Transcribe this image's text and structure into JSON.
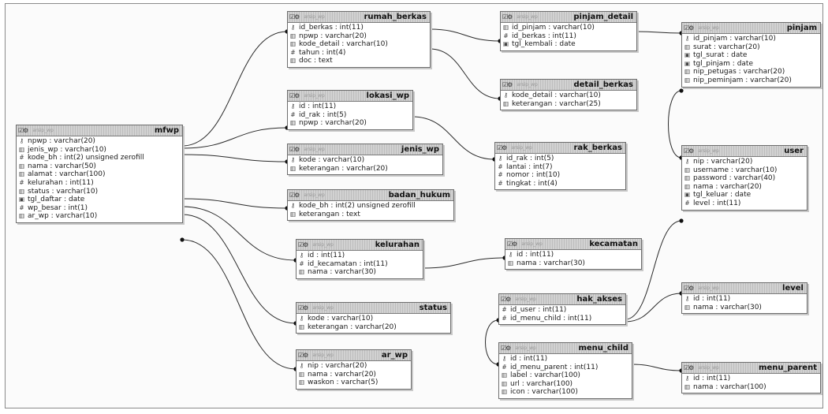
{
  "tables": {
    "mfwp": {
      "name": "mfwp",
      "schema": "arsip_wp",
      "columns": [
        {
          "icon": "key",
          "text": "npwp : varchar(20)"
        },
        {
          "icon": "text",
          "text": "jenis_wp : varchar(10)"
        },
        {
          "icon": "num",
          "text": "kode_bh : int(2) unsigned zerofill"
        },
        {
          "icon": "text",
          "text": "nama : varchar(50)"
        },
        {
          "icon": "text",
          "text": "alamat : varchar(100)"
        },
        {
          "icon": "num",
          "text": "kelurahan : int(11)"
        },
        {
          "icon": "text",
          "text": "status : varchar(10)"
        },
        {
          "icon": "date",
          "text": "tgl_daftar : date"
        },
        {
          "icon": "num",
          "text": "wp_besar : int(1)"
        },
        {
          "icon": "text",
          "text": "ar_wp : varchar(10)"
        }
      ]
    },
    "rumah_berkas": {
      "name": "rumah_berkas",
      "schema": "arsip_wp",
      "columns": [
        {
          "icon": "key",
          "text": "id_berkas : int(11)"
        },
        {
          "icon": "text",
          "text": "npwp : varchar(20)"
        },
        {
          "icon": "text",
          "text": "kode_detail : varchar(10)"
        },
        {
          "icon": "num",
          "text": "tahun : int(4)"
        },
        {
          "icon": "text",
          "text": "doc : text"
        }
      ]
    },
    "lokasi_wp": {
      "name": "lokasi_wp",
      "schema": "arsip_wp",
      "columns": [
        {
          "icon": "key",
          "text": "id : int(11)"
        },
        {
          "icon": "num",
          "text": "id_rak : int(5)"
        },
        {
          "icon": "text",
          "text": "npwp : varchar(20)"
        }
      ]
    },
    "jenis_wp": {
      "name": "jenis_wp",
      "schema": "arsip_wp",
      "columns": [
        {
          "icon": "key",
          "text": "kode : varchar(10)"
        },
        {
          "icon": "text",
          "text": "keterangan : varchar(20)"
        }
      ]
    },
    "badan_hukum": {
      "name": "badan_hukum",
      "schema": "arsip_wp",
      "columns": [
        {
          "icon": "key",
          "text": "kode_bh : int(2) unsigned zerofill"
        },
        {
          "icon": "text",
          "text": "keterangan : text"
        }
      ]
    },
    "kelurahan": {
      "name": "kelurahan",
      "schema": "arsip_wp",
      "columns": [
        {
          "icon": "key",
          "text": "id : int(11)"
        },
        {
          "icon": "num",
          "text": "id_kecamatan : int(11)"
        },
        {
          "icon": "text",
          "text": "nama : varchar(30)"
        }
      ]
    },
    "status": {
      "name": "status",
      "schema": "arsip_wp",
      "columns": [
        {
          "icon": "key",
          "text": "kode : varchar(10)"
        },
        {
          "icon": "text",
          "text": "keterangan : varchar(20)"
        }
      ]
    },
    "ar_wp": {
      "name": "ar_wp",
      "schema": "arsip_wp",
      "columns": [
        {
          "icon": "key",
          "text": "nip : varchar(20)"
        },
        {
          "icon": "text",
          "text": "nama : varchar(20)"
        },
        {
          "icon": "text",
          "text": "waskon : varchar(5)"
        }
      ]
    },
    "pinjam_detail": {
      "name": "pinjam_detail",
      "schema": "arsip_wp",
      "columns": [
        {
          "icon": "text",
          "text": "id_pinjam : varchar(10)"
        },
        {
          "icon": "num",
          "text": "id_berkas : int(11)"
        },
        {
          "icon": "date",
          "text": "tgl_kembali : date"
        }
      ]
    },
    "detail_berkas": {
      "name": "detail_berkas",
      "schema": "arsip_wp",
      "columns": [
        {
          "icon": "key",
          "text": "kode_detail : varchar(10)"
        },
        {
          "icon": "text",
          "text": "keterangan : varchar(25)"
        }
      ]
    },
    "rak_berkas": {
      "name": "rak_berkas",
      "schema": "arsip_wp",
      "columns": [
        {
          "icon": "key",
          "text": "id_rak : int(5)"
        },
        {
          "icon": "num",
          "text": "lantai : int(7)"
        },
        {
          "icon": "num",
          "text": "nomor : int(10)"
        },
        {
          "icon": "num",
          "text": "tingkat : int(4)"
        }
      ]
    },
    "kecamatan": {
      "name": "kecamatan",
      "schema": "arsip_wp",
      "columns": [
        {
          "icon": "key",
          "text": "id : int(11)"
        },
        {
          "icon": "text",
          "text": "nama : varchar(30)"
        }
      ]
    },
    "hak_akses": {
      "name": "hak_akses",
      "schema": "arsip_wp",
      "columns": [
        {
          "icon": "num",
          "text": "id_user : int(11)"
        },
        {
          "icon": "num",
          "text": "id_menu_child : int(11)"
        }
      ]
    },
    "menu_child": {
      "name": "menu_child",
      "schema": "arsip_wp",
      "columns": [
        {
          "icon": "key",
          "text": "id : int(11)"
        },
        {
          "icon": "num",
          "text": "id_menu_parent : int(11)"
        },
        {
          "icon": "text",
          "text": "label : varchar(100)"
        },
        {
          "icon": "text",
          "text": "url : varchar(100)"
        },
        {
          "icon": "text",
          "text": "icon : varchar(100)"
        }
      ]
    },
    "pinjam": {
      "name": "pinjam",
      "schema": "arsip_wp",
      "columns": [
        {
          "icon": "key",
          "text": "id_pinjam : varchar(10)"
        },
        {
          "icon": "text",
          "text": "surat : varchar(20)"
        },
        {
          "icon": "date",
          "text": "tgl_surat : date"
        },
        {
          "icon": "date",
          "text": "tgl_pinjam : date"
        },
        {
          "icon": "text",
          "text": "nip_petugas : varchar(20)"
        },
        {
          "icon": "text",
          "text": "nip_peminjam : varchar(20)"
        }
      ]
    },
    "user": {
      "name": "user",
      "schema": "arsip_wp",
      "columns": [
        {
          "icon": "key",
          "text": "nip : varchar(20)"
        },
        {
          "icon": "text",
          "text": "username : varchar(10)"
        },
        {
          "icon": "text",
          "text": "password : varchar(40)"
        },
        {
          "icon": "text",
          "text": "nama : varchar(20)"
        },
        {
          "icon": "date",
          "text": "tgl_keluar : date"
        },
        {
          "icon": "num",
          "text": "level : int(11)"
        }
      ]
    },
    "level": {
      "name": "level",
      "schema": "arsip_wp",
      "columns": [
        {
          "icon": "key",
          "text": "id : int(11)"
        },
        {
          "icon": "text",
          "text": "nama : varchar(30)"
        }
      ]
    },
    "menu_parent": {
      "name": "menu_parent",
      "schema": "arsip_wp",
      "columns": [
        {
          "icon": "key",
          "text": "id : int(11)"
        },
        {
          "icon": "text",
          "text": "nama : varchar(100)"
        }
      ]
    }
  },
  "relations": [
    {
      "from": "mfwp",
      "to": "rumah_berkas"
    },
    {
      "from": "mfwp",
      "to": "lokasi_wp"
    },
    {
      "from": "mfwp",
      "to": "jenis_wp"
    },
    {
      "from": "mfwp",
      "to": "badan_hukum"
    },
    {
      "from": "mfwp",
      "to": "kelurahan"
    },
    {
      "from": "mfwp",
      "to": "status"
    },
    {
      "from": "mfwp",
      "to": "ar_wp"
    },
    {
      "from": "rumah_berkas",
      "to": "pinjam_detail"
    },
    {
      "from": "rumah_berkas",
      "to": "detail_berkas"
    },
    {
      "from": "lokasi_wp",
      "to": "rak_berkas"
    },
    {
      "from": "kelurahan",
      "to": "kecamatan"
    },
    {
      "from": "pinjam_detail",
      "to": "pinjam"
    },
    {
      "from": "pinjam",
      "to": "user"
    },
    {
      "from": "user",
      "to": "hak_akses"
    },
    {
      "from": "level",
      "to": "hak_akses"
    },
    {
      "from": "hak_akses",
      "to": "menu_child"
    },
    {
      "from": "menu_child",
      "to": "menu_parent"
    }
  ]
}
